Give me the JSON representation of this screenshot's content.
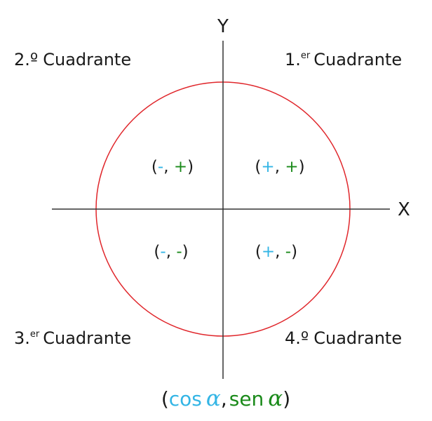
{
  "colors": {
    "cos": "#33b5e5",
    "sen": "#1a8a1a",
    "circle": "#e0262b",
    "axes": "#333333",
    "text": "#1a1a1a"
  },
  "axes": {
    "x_label": "X",
    "y_label": "Y"
  },
  "quadrants": {
    "q1": {
      "num": "1.",
      "sup": "er",
      "word": "Cuadrante"
    },
    "q2": {
      "num": "2.º",
      "sup": "",
      "word": "Cuadrante"
    },
    "q3": {
      "num": "3.",
      "sup": "er",
      "word": "Cuadrante"
    },
    "q4": {
      "num": "4.º",
      "sup": "",
      "word": "Cuadrante"
    }
  },
  "signs": {
    "q1": {
      "cos": "+",
      "sen": "+"
    },
    "q2": {
      "cos": "-",
      "sen": "+"
    },
    "q3": {
      "cos": "-",
      "sen": "-"
    },
    "q4": {
      "cos": "+",
      "sen": "-"
    },
    "open": "(",
    "sep": ", ",
    "close": ")"
  },
  "caption": {
    "open": "(",
    "cos": "cos",
    "alpha": "α",
    "comma": ",",
    "sen": "sen",
    "close": ")"
  }
}
